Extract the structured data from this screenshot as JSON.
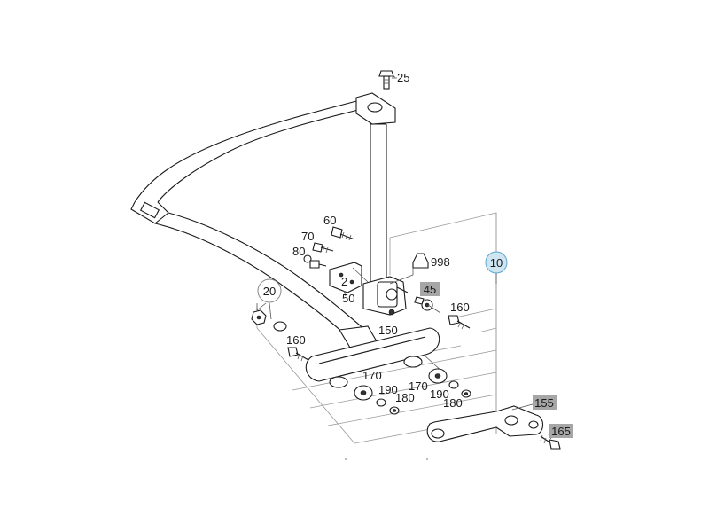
{
  "parts": {
    "p25": {
      "label": "25"
    },
    "p60": {
      "label": "60"
    },
    "p70": {
      "label": "70"
    },
    "p80": {
      "label": "80"
    },
    "p50": {
      "label": "50"
    },
    "p998": {
      "label": "998"
    },
    "p10": {
      "label": "10",
      "style": "circle-blue"
    },
    "p20": {
      "label": "20",
      "style": "circle"
    },
    "p45": {
      "label": "45",
      "style": "grey-box"
    },
    "p160a": {
      "label": "160"
    },
    "p160b": {
      "label": "160"
    },
    "p150": {
      "label": "150"
    },
    "p170a": {
      "label": "170"
    },
    "p170b": {
      "label": "170"
    },
    "p190a": {
      "label": "190"
    },
    "p190b": {
      "label": "190"
    },
    "p180a": {
      "label": "180"
    },
    "p180b": {
      "label": "180"
    },
    "p155": {
      "label": "155",
      "style": "grey-box"
    },
    "p165": {
      "label": "165",
      "style": "grey-box"
    }
  },
  "colors": {
    "ink": "#1a1a1a",
    "callout_blue_fill": "#cfe6f2",
    "callout_blue_stroke": "#5aa7cc",
    "highlight_grey": "#a6a6a6"
  }
}
